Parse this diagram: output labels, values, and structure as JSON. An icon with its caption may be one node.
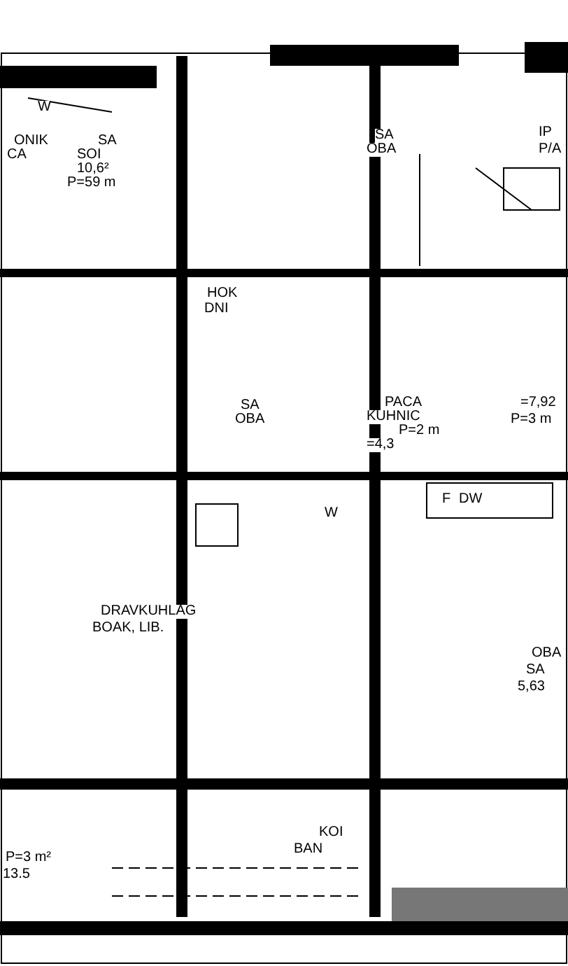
{
  "diagram": {
    "labels": [
      "W",
      "ONIK",
      "CA",
      "SA",
      "SOI",
      "10,6²",
      "P=59 m",
      "SA",
      "OBA",
      "IP",
      "P/A",
      "HOK",
      "DNI",
      "SA",
      "OBA",
      "PACA",
      "KUHNIC",
      "P=2 m",
      "=4,3",
      "=7,92",
      "P=3 m",
      "F",
      "DW",
      "W",
      "DRAVKUHLAG",
      "BOAK, LIB.",
      "OBA",
      "SA",
      "5,63",
      "P=3 m²",
      "13.5",
      "KOI",
      "BAN"
    ]
  }
}
